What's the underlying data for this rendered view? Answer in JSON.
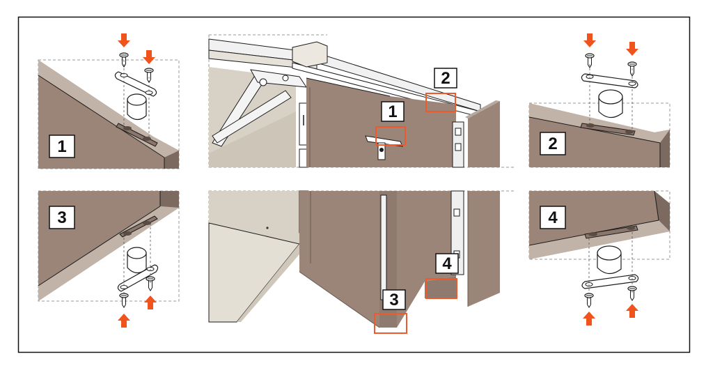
{
  "colors": {
    "panel_wood": "#9a8578",
    "panel_edge": "#7c6a60",
    "panel_light": "#c9bdb3",
    "cabinet_interior": "#d8d2c6",
    "shelf_top": "#e4dfd4",
    "metal": "#f1f1f1",
    "outline": "#1a1a1a",
    "arrow": "#f0531c",
    "callout": "#ee5a2c",
    "frame": "#111111"
  },
  "icons": [
    "arrow-down-icon",
    "arrow-up-icon",
    "screw-icon",
    "magnet-cylinder-icon"
  ],
  "steps": {
    "step1": "1",
    "step2": "2",
    "step3": "3",
    "step4": "4"
  },
  "callouts": {
    "c1": "1",
    "c2": "2",
    "c3": "3",
    "c4": "4"
  }
}
